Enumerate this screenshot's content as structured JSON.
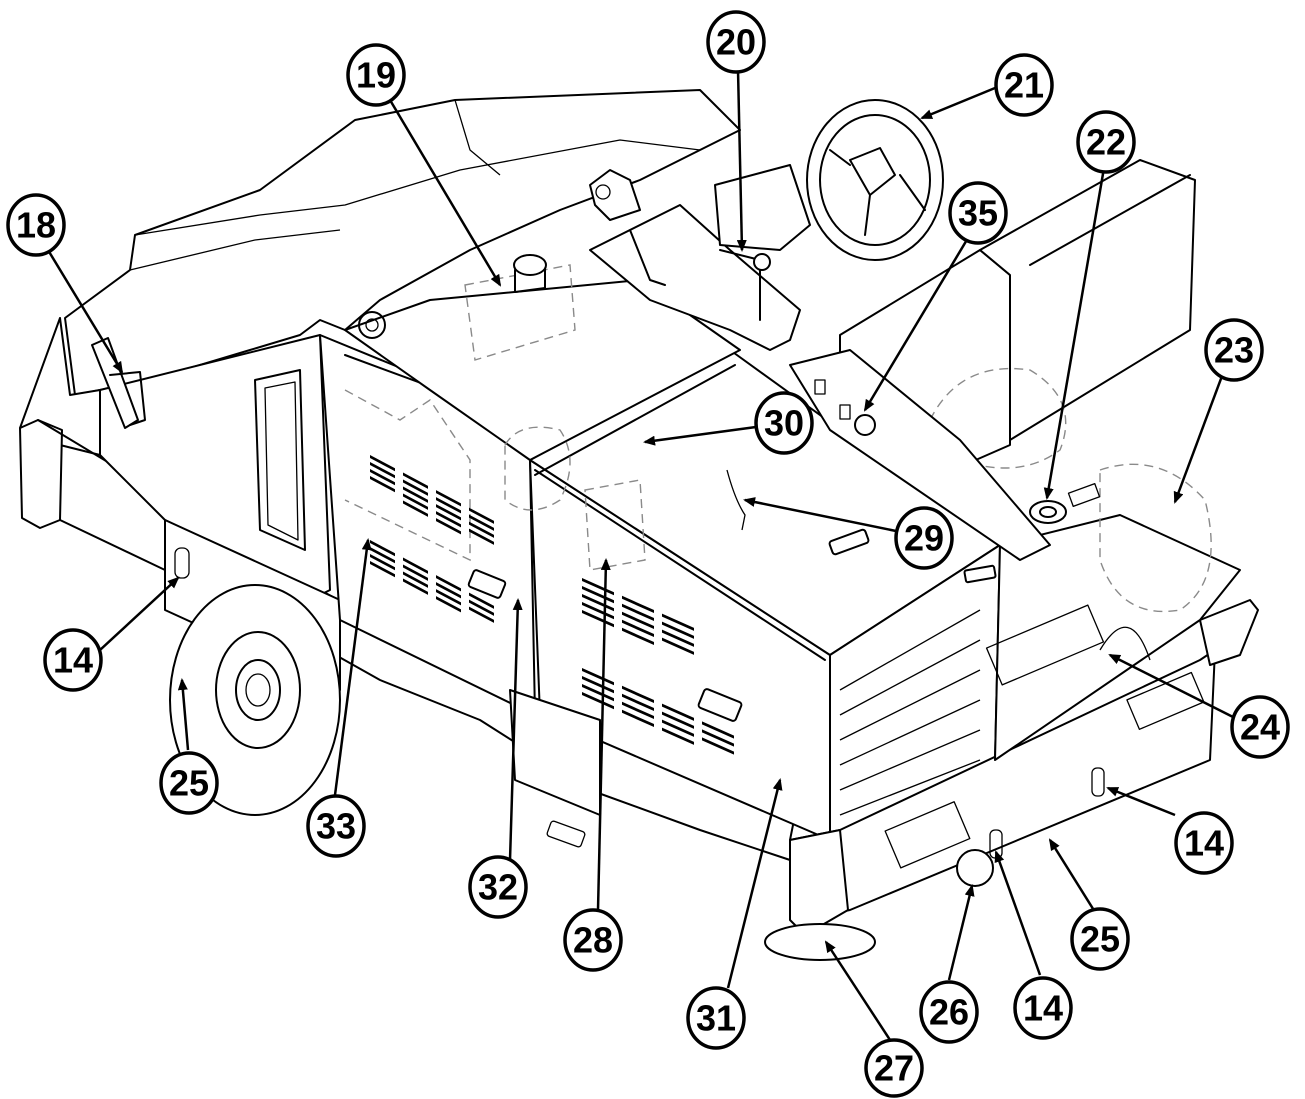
{
  "callouts": [
    {
      "id": "c18",
      "label": "18"
    },
    {
      "id": "c19",
      "label": "19"
    },
    {
      "id": "c20",
      "label": "20"
    },
    {
      "id": "c21",
      "label": "21"
    },
    {
      "id": "c22",
      "label": "22"
    },
    {
      "id": "c35",
      "label": "35"
    },
    {
      "id": "c23",
      "label": "23"
    },
    {
      "id": "c30",
      "label": "30"
    },
    {
      "id": "c29",
      "label": "29"
    },
    {
      "id": "c24",
      "label": "24"
    },
    {
      "id": "c14a",
      "label": "14"
    },
    {
      "id": "c25a",
      "label": "25"
    },
    {
      "id": "c33",
      "label": "33"
    },
    {
      "id": "c32",
      "label": "32"
    },
    {
      "id": "c28",
      "label": "28"
    },
    {
      "id": "c31",
      "label": "31"
    },
    {
      "id": "c27",
      "label": "27"
    },
    {
      "id": "c26",
      "label": "26"
    },
    {
      "id": "c14b",
      "label": "14"
    },
    {
      "id": "c25b",
      "label": "25"
    },
    {
      "id": "c14c",
      "label": "14"
    }
  ]
}
